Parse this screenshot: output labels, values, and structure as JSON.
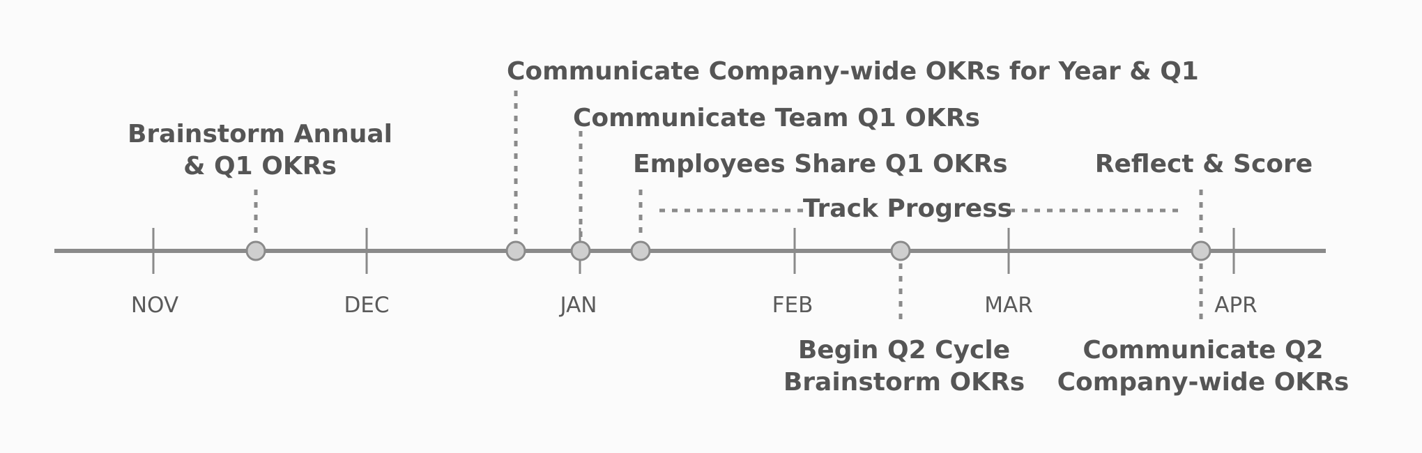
{
  "months": [
    "NOV",
    "DEC",
    "JAN",
    "FEB",
    "MAR",
    "APR"
  ],
  "events": {
    "brainstorm_annual": {
      "line1": "Brainstorm Annual",
      "line2": "& Q1 OKRs"
    },
    "communicate_company_wide": {
      "line1": "Communicate Company-wide OKRs for Year & Q1"
    },
    "communicate_team": {
      "line1": "Communicate Team Q1 OKRs"
    },
    "employees_share": {
      "line1": "Employees Share Q1 OKRs"
    },
    "reflect_score": {
      "line1": "Reflect & Score"
    },
    "begin_q2": {
      "line1": "Begin Q2 Cycle",
      "line2": "Brainstorm OKRs"
    },
    "communicate_q2": {
      "line1": "Communicate Q2",
      "line2": "Company-wide OKRs"
    }
  },
  "track_progress": {
    "label": "Track Progress"
  },
  "colors": {
    "line": "#8a8a8a",
    "dot_fill": "#cfcfcf",
    "text": "#555555",
    "background": "#fbfbfb"
  }
}
